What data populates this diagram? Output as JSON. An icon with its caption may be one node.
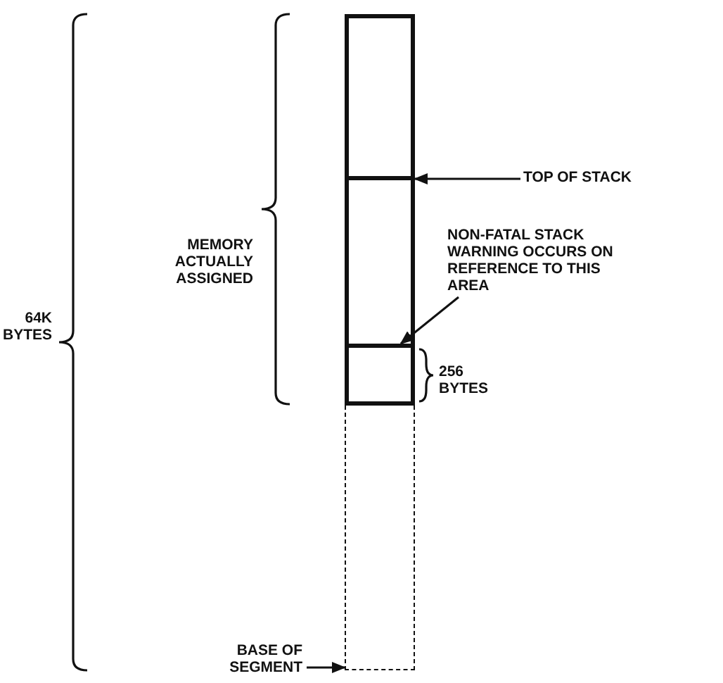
{
  "diagram": {
    "nodes": [
      {
        "text": [],
        "shape": "box"
      },
      {
        "text": [],
        "shape": "box"
      },
      {
        "text": [],
        "shape": "box"
      },
      {
        "text": [],
        "shape": "box"
      },
      {
        "text": [
          "TOP OF STACK"
        ]
      },
      {
        "text": [
          "NON-FATAL STACK WARNING OCCURS ON REFERENCE TO THIS AREA"
        ]
      },
      {
        "text": [
          "BASE OF SEGMENT"
        ]
      }
    ],
    "edges": [
      {
        "from": 4,
        "to": 1,
        "arrow": "to"
      },
      {
        "from": 5,
        "to": 2,
        "arrow": "to"
      },
      {
        "from": 6,
        "to": 3,
        "arrow": "to"
      }
    ],
    "labels": [
      "64K BYTES",
      "MEMORY ACTUALLY ASSIGNED",
      "256 BYTES"
    ]
  }
}
